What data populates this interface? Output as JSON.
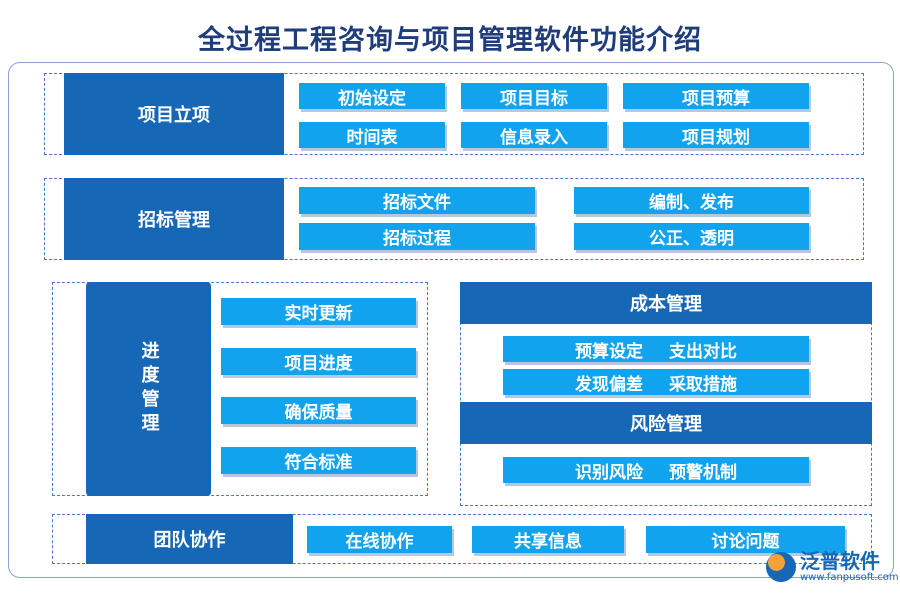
{
  "title": "全过程工程咨询与项目管理软件功能介绍",
  "project_initiation": {
    "label": "项目立项",
    "items": [
      "初始设定",
      "项目目标",
      "项目预算",
      "时间表",
      "信息录入",
      "项目规划"
    ]
  },
  "bidding": {
    "label": "招标管理",
    "items": [
      "招标文件",
      "编制、发布",
      "招标过程",
      "公正、透明"
    ]
  },
  "progress": {
    "label": "进度管理",
    "items": [
      "实时更新",
      "项目进度",
      "确保质量",
      "符合标准"
    ]
  },
  "cost": {
    "label": "成本管理",
    "rows": [
      [
        "预算设定",
        "支出对比"
      ],
      [
        "发现偏差",
        "采取措施"
      ]
    ]
  },
  "risk": {
    "label": "风险管理",
    "rows": [
      [
        "识别风险",
        "预警机制"
      ]
    ]
  },
  "team": {
    "label": "团队协作",
    "items": [
      "在线协作",
      "共享信息",
      "讨论问题"
    ]
  },
  "logo": {
    "name": "泛普软件",
    "url": "www.fanpusoft.com"
  },
  "colors": {
    "header_blue": "#1667b5",
    "pill_blue": "#12a3ee",
    "title_navy": "#1f3d7a",
    "dashed_border": "#4a78c8"
  }
}
